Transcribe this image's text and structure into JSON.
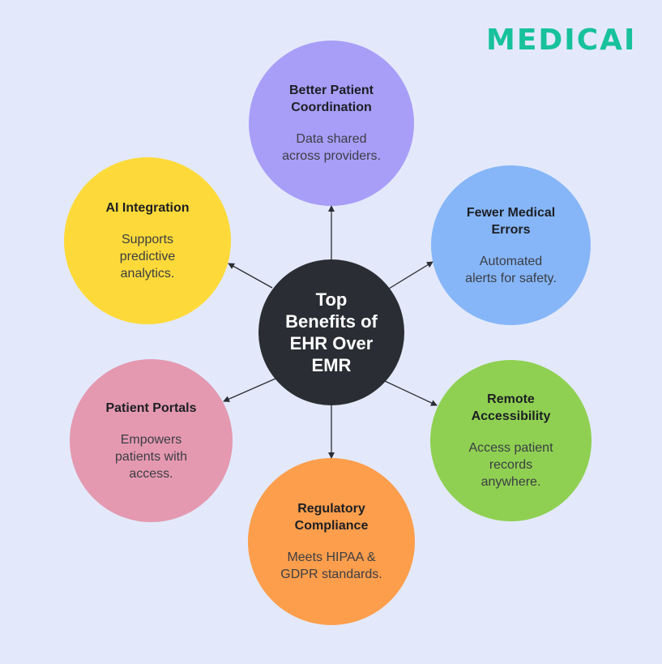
{
  "brand": {
    "logo_text": "MEDICAI",
    "logo_color": "#17c29a"
  },
  "background_color": "#e3e9fb",
  "hub": {
    "title": "Top\nBenefits of\nEHR Over\nEMR",
    "color": "#2a2d33"
  },
  "benefits": [
    {
      "id": "coordination",
      "title": "Better Patient\nCoordination",
      "description": "Data shared\nacross providers.",
      "color": "#a89ef8",
      "position": "top"
    },
    {
      "id": "errors",
      "title": "Fewer Medical\nErrors",
      "description": "Automated\nalerts for safety.",
      "color": "#86b6f8",
      "position": "top-right"
    },
    {
      "id": "remote",
      "title": "Remote\nAccessibility",
      "description": "Access patient\nrecords\nanywhere.",
      "color": "#8fd052",
      "position": "bottom-right"
    },
    {
      "id": "compliance",
      "title": "Regulatory\nCompliance",
      "description": "Meets HIPAA &\nGDPR standards.",
      "color": "#fd9e4c",
      "position": "bottom"
    },
    {
      "id": "portals",
      "title": "Patient Portals",
      "description": "Empowers\npatients with\naccess.",
      "color": "#e499b0",
      "position": "bottom-left"
    },
    {
      "id": "ai",
      "title": "AI Integration",
      "description": "Supports\npredictive\nanalytics.",
      "color": "#fdda39",
      "position": "top-left"
    }
  ],
  "connector_color": "#2a2d33"
}
